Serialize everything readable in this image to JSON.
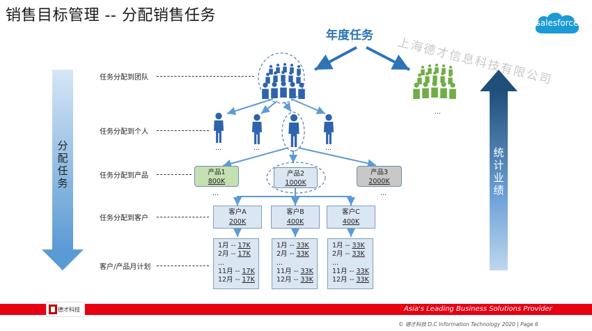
{
  "title": "销售目标管理 -- 分配销售任务",
  "logo": "salesforce",
  "watermark": "上海德才信息科技有限公司",
  "annual_task": "年度任务",
  "levels": [
    "任务分配到团队",
    "任务分配到个人",
    "任务分配到产品",
    "任务分配到客户",
    "客户/产品月计划"
  ],
  "left_arrow_label": [
    "分",
    "配",
    "任",
    "务"
  ],
  "right_arrow_label": [
    "统",
    "计",
    "业",
    "绩"
  ],
  "ellipsis": "…",
  "products": [
    {
      "name": "产品1",
      "value": "800K",
      "color": "#c5e0b3"
    },
    {
      "name": "产品2",
      "value": "1000K",
      "color": "#dbe6f3"
    },
    {
      "name": "产品3",
      "value": "2000K",
      "color": "#c8c8c8"
    }
  ],
  "customers": [
    {
      "name": "客户A",
      "value": "200K"
    },
    {
      "name": "客户B",
      "value": "400K"
    },
    {
      "name": "客户C",
      "value": "400K"
    }
  ],
  "plans": [
    {
      "rows": [
        {
          "month": "1月",
          "sep": "--",
          "value": "17K"
        },
        {
          "month": "2月",
          "sep": "--",
          "value": "17K"
        },
        {
          "month": "...",
          "sep": "",
          "value": ""
        },
        {
          "month": "11月",
          "sep": "--",
          "value": "17K"
        },
        {
          "month": "12月",
          "sep": "--",
          "value": "17K"
        }
      ]
    },
    {
      "rows": [
        {
          "month": "1月",
          "sep": "--",
          "value": "33K"
        },
        {
          "month": "2月",
          "sep": "--",
          "value": "33K"
        },
        {
          "month": "...",
          "sep": "",
          "value": ""
        },
        {
          "month": "11月",
          "sep": "--",
          "value": "33K"
        },
        {
          "month": "12月",
          "sep": "--",
          "value": "33K"
        }
      ]
    },
    {
      "rows": [
        {
          "month": "1月",
          "sep": "--",
          "value": "33K"
        },
        {
          "month": "2月",
          "sep": "--",
          "value": "33K"
        },
        {
          "month": "...",
          "sep": "",
          "value": ""
        },
        {
          "month": "11月",
          "sep": "--",
          "value": "33K"
        },
        {
          "month": "12月",
          "sep": "--",
          "value": "33K"
        }
      ]
    }
  ],
  "footer": {
    "logo_text": "德才科技",
    "slogan": "Asia's Leading Business Solutions Provider",
    "copyright": "© 德才科技 D.C  Information Technology 2020   |  Page  6"
  },
  "colors": {
    "team_blue": "#2f64ad",
    "team_green": "#70ad47",
    "arrow_light": "#9dc3e6",
    "arrow_dark": "#1f4e79",
    "footer_red": "#e60012"
  }
}
